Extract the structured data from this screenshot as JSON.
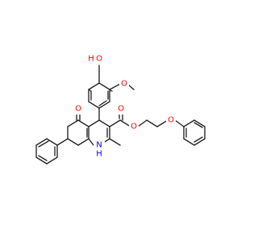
{
  "molecule": {
    "atom_labels": {
      "hydroxyl_oxygen": "O",
      "hydroxyl_hydrogen": "H",
      "methoxy_oxygen": "O",
      "ketone_oxygen": "O",
      "ester_carbonyl_oxygen": "O",
      "ester_ether_oxygen": "O",
      "phenoxy_oxygen": "O",
      "amine_nitrogen": "N",
      "amine_hydrogen": "H"
    }
  },
  "colors": {
    "bond": "#222222",
    "oxygen": "#ff0000",
    "nitrogen": "#0000ff",
    "hydrogen_on_heteroatom": "#ff0000"
  }
}
